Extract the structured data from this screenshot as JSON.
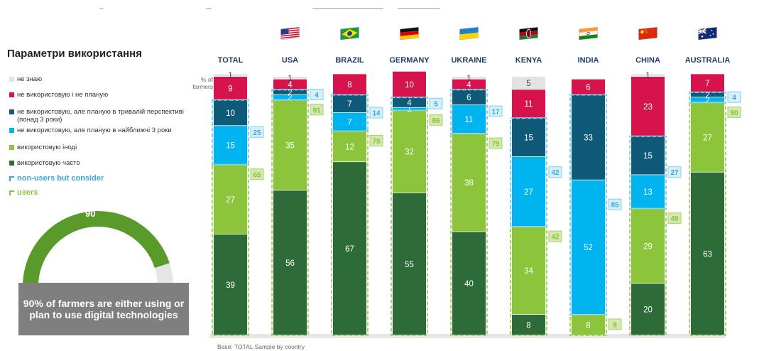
{
  "page": {
    "title": "Параметри використання",
    "pct_label": "% of farmers",
    "base_note": "Base: TOTAL Sample by country"
  },
  "legend": [
    {
      "label": "не знаю",
      "color": "#e3e3e3",
      "kind": "solid"
    },
    {
      "label": "не використовую і не планую",
      "color": "#d7134d",
      "kind": "solid"
    },
    {
      "label": "не використовую, але планую в тривалій перспективі (понад 3 роки)",
      "color": "#0f5a78",
      "kind": "solid"
    },
    {
      "label": "не використовую, але планую в найближчі 3 роки",
      "color": "#00b4ef",
      "kind": "solid"
    },
    {
      "label": "використовую іноді",
      "color": "#8cc43c",
      "kind": "solid"
    },
    {
      "label": "використовую часто",
      "color": "#2d6b38",
      "kind": "solid"
    },
    {
      "label": "non-users but consider",
      "color": "#3aa7d8",
      "kind": "box"
    },
    {
      "label": "users",
      "color": "#8cc43c",
      "kind": "box"
    }
  ],
  "gauge": {
    "value": 90,
    "text": "90% of farmers are either using or plan to use digital technologies",
    "fill_color": "#5a9a2a",
    "rest_color": "#e6e6e6"
  },
  "chart_data": {
    "type": "bar",
    "stacked": true,
    "ylim": [
      0,
      100
    ],
    "categories": [
      "TOTAL",
      "USA",
      "BRAZIL",
      "GERMANY",
      "UKRAINE",
      "KENYA",
      "INDIA",
      "CHINA",
      "AUSTRALIA"
    ],
    "flags": [
      "",
      "flag-usa-icon",
      "flag-brazil-icon",
      "flag-germany-icon",
      "flag-ukraine-icon",
      "flag-kenya-icon",
      "flag-india-icon",
      "flag-china-icon",
      "flag-australia-icon"
    ],
    "series": [
      {
        "name": "використовую часто",
        "color": "#2d6b38",
        "values": [
          39,
          56,
          67,
          55,
          40,
          8,
          0,
          20,
          63
        ]
      },
      {
        "name": "використовую іноді",
        "color": "#8cc43c",
        "values": [
          27,
          35,
          12,
          32,
          38,
          34,
          8,
          29,
          27
        ]
      },
      {
        "name": "не використовую, але планую в найближчі 3 роки",
        "color": "#00b4ef",
        "values": [
          15,
          2,
          7,
          1,
          11,
          27,
          52,
          13,
          2
        ]
      },
      {
        "name": "не використовую, але планую в тривалій перспективі (понад 3 роки)",
        "color": "#0f5a78",
        "values": [
          10,
          2,
          7,
          4,
          6,
          15,
          33,
          15,
          2
        ]
      },
      {
        "name": "не використовую і не планую",
        "color": "#d7134d",
        "values": [
          9,
          4,
          8,
          10,
          4,
          11,
          6,
          23,
          7
        ]
      },
      {
        "name": "не знаю",
        "color": "#e3e3e3",
        "values": [
          1,
          1,
          0,
          0,
          1,
          5,
          0,
          1,
          0
        ]
      }
    ],
    "users_totals": [
      65,
      91,
      79,
      86,
      79,
      42,
      8,
      49,
      90
    ],
    "consider_totals": [
      25,
      4,
      14,
      5,
      17,
      42,
      85,
      27,
      4
    ]
  }
}
